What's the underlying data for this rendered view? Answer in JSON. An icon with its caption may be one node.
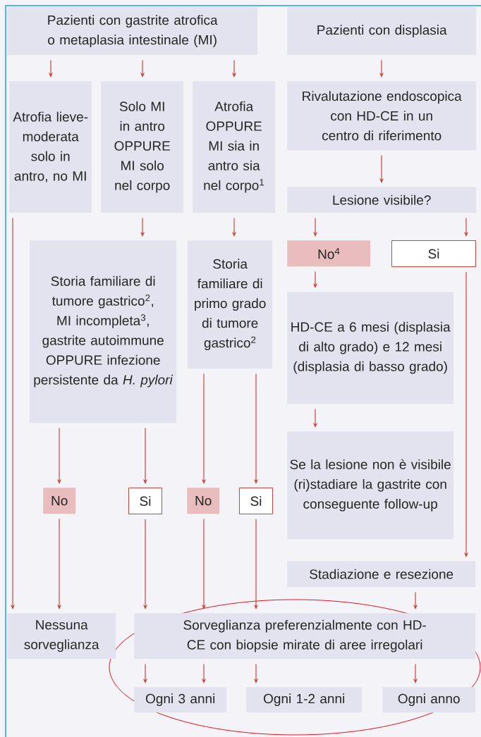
{
  "diagram": {
    "nodes": [
      {
        "text": [
          "Pazienti con gastrite atrofica o metaplasia intestinale (MI)"
        ]
      },
      {
        "text": [
          "Pazienti con displasia"
        ]
      },
      {
        "text": [
          "Atrofia lieve-moderata solo in antro, no MI"
        ]
      },
      {
        "text": [
          "Solo MI in antro OPPURE MI solo nel corpo"
        ]
      },
      {
        "text": [
          "Atrofia OPPURE MI sia in antro sia nel corpo$^{1}$"
        ]
      },
      {
        "text": [
          "Rivalutazione endoscopica con HD-CE in un centro di riferimento"
        ]
      },
      {
        "text": [
          "Lesione visibile?"
        ]
      },
      {
        "text": [
          "Storia familiare di tumore gastrico$^{2}$, MI incompleta$^{3}$, gastrite autoimmune OPPURE infezione persistente da *H. pylori*"
        ]
      },
      {
        "text": [
          "Storia familiare di primo grado di tumore gastrico$^{2}$"
        ]
      },
      {
        "text": [
          "No$^{4}$"
        ]
      },
      {
        "text": [
          "Si"
        ]
      },
      {
        "text": [
          "HD-CE a 6 mesi (displasia di alto grado) e 12 mesi (displasia di basso grado)"
        ]
      },
      {
        "text": [
          "Se la lesione non è visibile (ri)stadiare la gastrite con conseguente follow-up"
        ]
      },
      {
        "text": [
          "No"
        ]
      },
      {
        "text": [
          "Si"
        ]
      },
      {
        "text": [
          "No"
        ]
      },
      {
        "text": [
          "Si"
        ]
      },
      {
        "text": [
          "Stadiazione e resezione"
        ]
      },
      {
        "text": [
          "Nessuna sorveglianza"
        ]
      },
      {
        "text": [
          "Sorveglianza preferenzialmente con HD-CE con biopsie mirate di aree irregolari"
        ]
      },
      {
        "text": [
          "Ogni 3 anni"
        ]
      },
      {
        "text": [
          "Ogni 1-2 anni"
        ]
      },
      {
        "text": [
          "Ogni anno"
        ]
      }
    ],
    "edges": [
      {
        "from": 0,
        "to": 2,
        "arrow": "to"
      },
      {
        "from": 0,
        "to": 3,
        "arrow": "to"
      },
      {
        "from": 0,
        "to": 4,
        "arrow": "to"
      },
      {
        "from": 1,
        "to": 5,
        "arrow": "to"
      },
      {
        "from": 5,
        "to": 6,
        "arrow": "to"
      },
      {
        "from": 2,
        "to": 18,
        "arrow": "to"
      },
      {
        "from": 3,
        "to": 7,
        "arrow": "to"
      },
      {
        "from": 4,
        "to": 8,
        "arrow": "to"
      },
      {
        "from": 6,
        "to": 9,
        "arrow": "to"
      },
      {
        "from": 6,
        "to": 10,
        "arrow": "to"
      },
      {
        "from": 9,
        "to": 11,
        "arrow": "to"
      },
      {
        "from": 11,
        "to": 12,
        "arrow": "to"
      },
      {
        "from": 10,
        "to": 17,
        "arrow": "to"
      },
      {
        "from": 7,
        "to": 13,
        "arrow": "to"
      },
      {
        "from": 7,
        "to": 14,
        "arrow": "to"
      },
      {
        "from": 8,
        "to": 15,
        "arrow": "to"
      },
      {
        "from": 8,
        "to": 16,
        "arrow": "to"
      },
      {
        "from": 13,
        "to": 18,
        "arrow": "to"
      },
      {
        "from": 14,
        "to": 19,
        "arrow": "to"
      },
      {
        "from": 15,
        "to": 19,
        "arrow": "to"
      },
      {
        "from": 16,
        "to": 19,
        "arrow": "to"
      },
      {
        "from": 17,
        "to": 19,
        "arrow": "to"
      },
      {
        "from": 19,
        "to": 20,
        "arrow": "to"
      },
      {
        "from": 19,
        "to": 20,
        "arrow": "to"
      },
      {
        "from": 19,
        "to": 21,
        "arrow": "to"
      },
      {
        "from": 19,
        "to": 22,
        "arrow": "to"
      }
    ]
  }
}
